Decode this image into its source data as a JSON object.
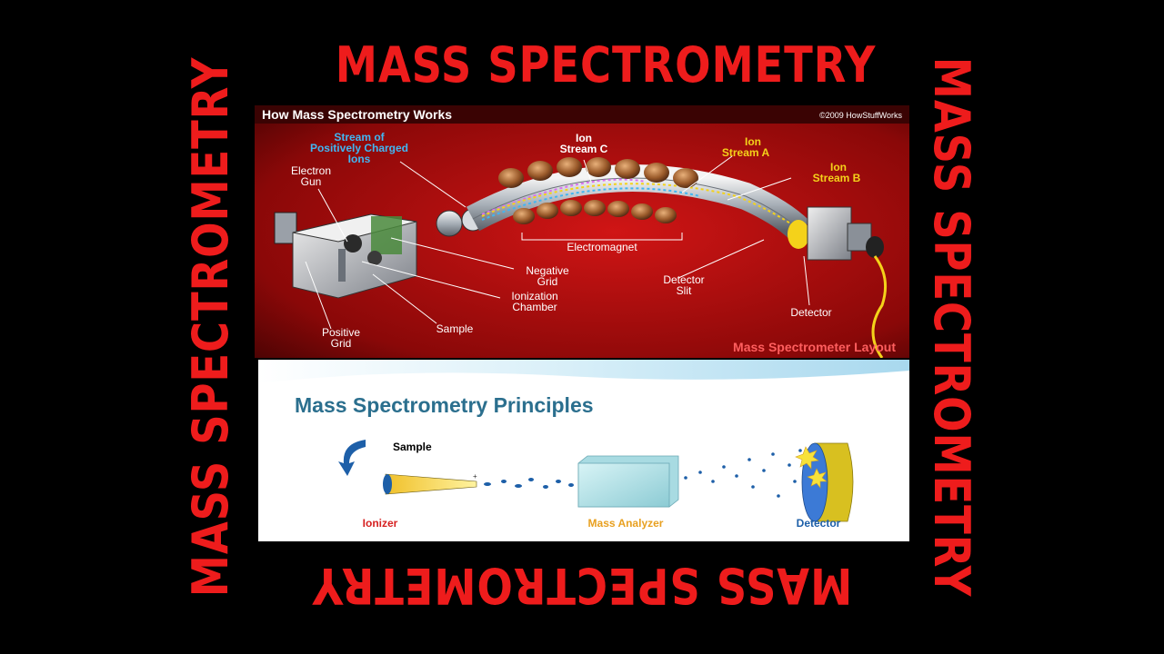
{
  "banner_text": "MASS SPECTROMETRY",
  "colors": {
    "background": "#000000",
    "banner_red": "#ee1c1c",
    "panel1_red": "#b10f0f",
    "ion_blue": "#41b6f2",
    "ion_yellow": "#f4d21a",
    "ion_purple": "#d970f0",
    "principles_blue": "#2b6f8e"
  },
  "panel1": {
    "title": "How Mass Spectrometry Works",
    "copyright": "©2009 HowStuffWorks",
    "labels": {
      "stream_of": "Stream of",
      "positively_charged": "Positively Charged",
      "ions": "Ions",
      "ion_c_1": "Ion",
      "ion_c_2": "Stream C",
      "ion_a_1": "Ion",
      "ion_a_2": "Stream A",
      "ion_b_1": "Ion",
      "ion_b_2": "Stream B",
      "electron": "Electron",
      "gun": "Gun",
      "electromagnet": "Electromagnet",
      "negative": "Negative",
      "grid1": "Grid",
      "detector_slit_1": "Detector",
      "detector_slit_2": "Slit",
      "ionization": "Ionization",
      "chamber": "Chamber",
      "detector": "Detector",
      "positive": "Positive",
      "grid2": "Grid",
      "sample": "Sample",
      "layout_caption": "Mass Spectrometer Layout"
    }
  },
  "panel2": {
    "title": "Mass Spectrometry Principles",
    "sample": "Sample",
    "ionizer": "Ionizer",
    "mass_analyzer": "Mass Analyzer",
    "detector": "Detector"
  }
}
